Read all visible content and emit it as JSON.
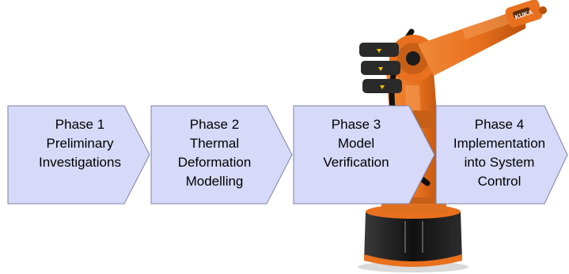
{
  "phases": [
    {
      "title": "Phase 1",
      "description": "Preliminary\nInvestigations"
    },
    {
      "title": "Phase 2",
      "description": "Thermal\nDeformation\nModelling"
    },
    {
      "title": "Phase 3",
      "description": "Model\nVerification"
    },
    {
      "title": "Phase 4",
      "description": "Implementation\ninto System\nControl"
    }
  ],
  "robot": {
    "brand_text": "KUKA",
    "colors": {
      "body": "#e8701e",
      "body_dark": "#b9520d",
      "base": "#1c1c1c",
      "motor": "#2a2a2a"
    }
  },
  "arrow_colors": {
    "fill": "#d6d9f7",
    "stroke": "#7f82a8"
  }
}
